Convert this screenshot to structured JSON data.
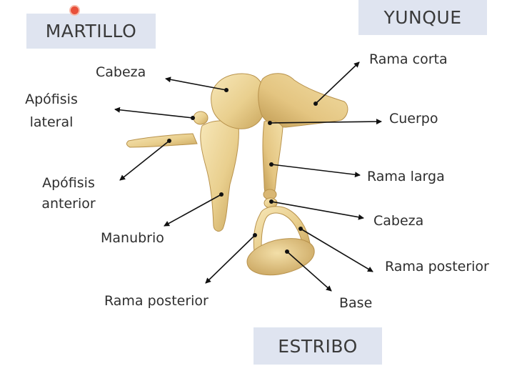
{
  "titles": {
    "malleus": "MARTILLO",
    "incus": "YUNQUE",
    "stapes": "ESTRIBO"
  },
  "labels": {
    "malleus_head": "Cabeza",
    "lateral_process_line1": "Apófisis",
    "lateral_process_line2": "lateral",
    "anterior_process_line1": "Apófisis",
    "anterior_process_line2": "anterior",
    "manubrium": "Manubrio",
    "short_crus": "Rama corta",
    "incus_body": "Cuerpo",
    "long_crus": "Rama larga",
    "stapes_head": "Cabeza",
    "posterior_crus_right": "Rama posterior",
    "posterior_crus_left": "Rama posterior",
    "footplate": "Base"
  },
  "colors": {
    "title_bg": "#dfe4f0",
    "bone_fill": "#e9cf8e",
    "bone_shadow": "#c9a55c",
    "bone_highlight": "#f7e7b8",
    "arrow": "#111111",
    "cursor": "#e8503a"
  }
}
